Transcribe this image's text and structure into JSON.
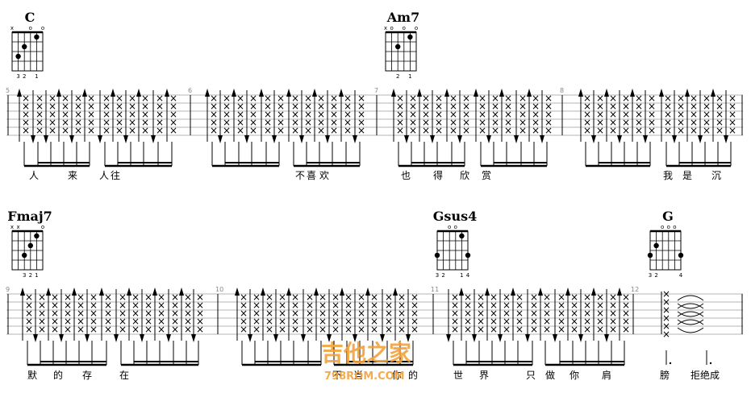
{
  "systems": [
    {
      "measures": [
        {
          "number": "5",
          "chord": "C",
          "strums": [
            "D",
            "D",
            "U",
            "D",
            "U",
            "D",
            "U",
            "D",
            "U",
            "D",
            "U",
            "D",
            "U",
            "D",
            "U",
            "D"
          ],
          "lyrics": [
            "人",
            "来",
            "人",
            "往"
          ]
        },
        {
          "number": "6",
          "chord": "",
          "strums": [
            "D",
            "D",
            "U",
            "D",
            "U",
            "D",
            "U",
            "D",
            "U",
            "D",
            "U",
            "D",
            "U",
            "D",
            "U",
            "D"
          ],
          "lyrics": [
            "不",
            "喜",
            "欢"
          ]
        },
        {
          "number": "7",
          "chord": "Am7",
          "strums": [
            "D",
            "D",
            "U",
            "D",
            "U",
            "D",
            "U",
            "D",
            "U",
            "D",
            "U",
            "D",
            "U",
            "D",
            "U",
            "D"
          ],
          "lyrics": [
            "也",
            "得",
            "欣",
            "赏"
          ]
        },
        {
          "number": "8",
          "chord": "",
          "strums": [
            "D",
            "D",
            "U",
            "D",
            "U",
            "D",
            "U",
            "D",
            "U",
            "D",
            "U",
            "D",
            "U",
            "D",
            "U",
            "D"
          ],
          "lyrics": [
            "我",
            "是",
            "沉"
          ]
        }
      ]
    },
    {
      "measures": [
        {
          "number": "9",
          "chord": "Fmaj7",
          "strums": [
            "D",
            "D",
            "U",
            "D",
            "U",
            "D",
            "U",
            "D",
            "U",
            "D",
            "U",
            "D",
            "U",
            "D",
            "U",
            "D"
          ],
          "lyrics": [
            "默",
            "的",
            "存",
            "在"
          ]
        },
        {
          "number": "10",
          "chord": "",
          "strums": [
            "D",
            "D",
            "U",
            "D",
            "U",
            "D",
            "U",
            "D",
            "U",
            "D",
            "U",
            "D",
            "U",
            "D",
            "U",
            "D"
          ],
          "lyrics": [
            "不",
            "当",
            "你",
            "的"
          ]
        },
        {
          "number": "11",
          "chord": "Gsus4",
          "strums": [
            "D",
            "D",
            "U",
            "D",
            "U",
            "D",
            "U",
            "D",
            "U",
            "D",
            "U",
            "D",
            "U",
            "D",
            "U",
            "D"
          ],
          "lyrics": [
            "世",
            "界",
            "只",
            "做",
            "你",
            "肩"
          ]
        },
        {
          "number": "12",
          "chord": "G",
          "strums": [
            "X"
          ],
          "lyrics": [
            "膀",
            "拒绝成"
          ]
        }
      ]
    }
  ],
  "chord_diagrams": {
    "C": {
      "top": [
        "x",
        "",
        "",
        "o",
        "",
        "o"
      ],
      "dots": [
        [
          5,
          3
        ],
        [
          4,
          2
        ],
        [
          2,
          1
        ]
      ],
      "fingers": [
        "",
        "3",
        "2",
        "",
        "1",
        ""
      ]
    },
    "Am7": {
      "top": [
        "x",
        "o",
        "",
        "o",
        "",
        "o"
      ],
      "dots": [
        [
          4,
          2
        ],
        [
          2,
          1
        ]
      ],
      "fingers": [
        "",
        "",
        "2",
        "",
        "1",
        ""
      ]
    },
    "Fmaj7": {
      "top": [
        "x",
        "x",
        "",
        "",
        "",
        "o"
      ],
      "dots": [
        [
          4,
          3
        ],
        [
          3,
          2
        ],
        [
          2,
          1
        ]
      ],
      "fingers": [
        "",
        "",
        "3",
        "2",
        "1",
        ""
      ]
    },
    "Gsus4": {
      "top": [
        "",
        "",
        "o",
        "o",
        "",
        ""
      ],
      "dots": [
        [
          6,
          3
        ],
        [
          2,
          1
        ],
        [
          1,
          3
        ]
      ],
      "fingers": [
        "3",
        "2",
        "",
        "",
        "1",
        "4"
      ]
    },
    "G": {
      "top": [
        "",
        "",
        "o",
        "o",
        "o",
        ""
      ],
      "dots": [
        [
          6,
          3
        ],
        [
          5,
          2
        ],
        [
          1,
          3
        ]
      ],
      "fingers": [
        "3",
        "2",
        "",
        "",
        "",
        "4"
      ]
    }
  },
  "watermark": {
    "title": "吉他之家",
    "site": "798ROM.COM"
  },
  "colors": {
    "ink": "#000000",
    "staff": "#b5b5b5",
    "watermark": "#f2a23a"
  }
}
